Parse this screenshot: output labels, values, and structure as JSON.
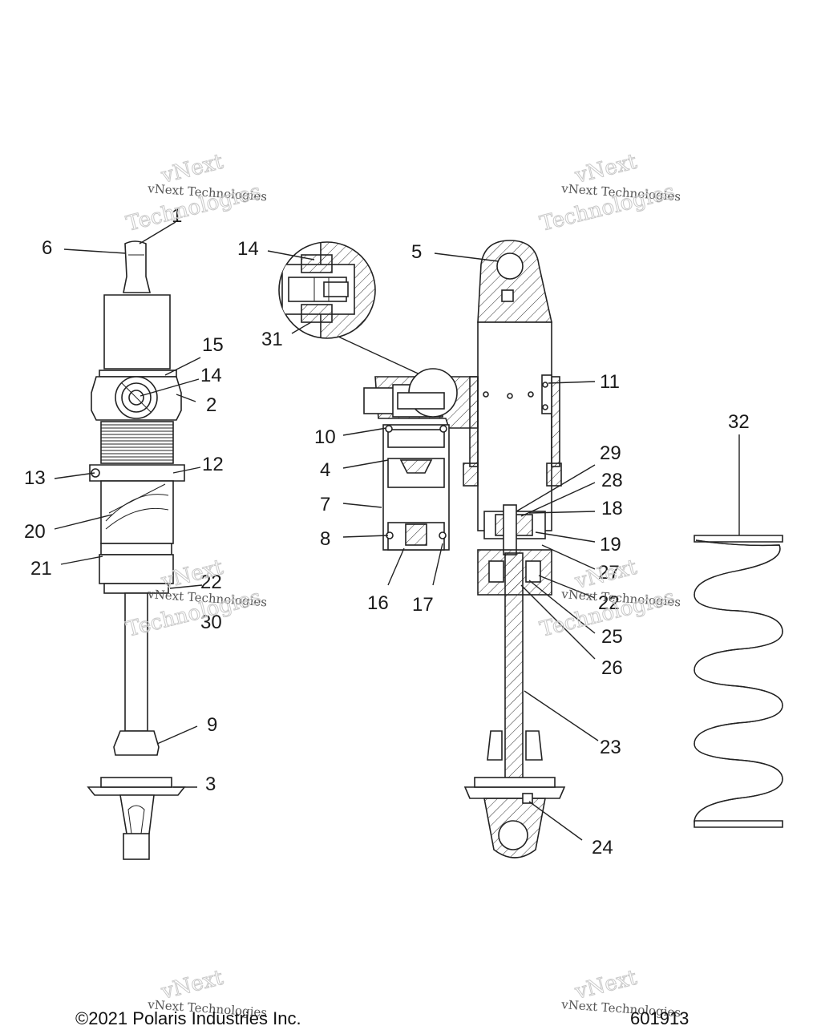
{
  "labels": {
    "l1": "1",
    "l2": "2",
    "l3": "3",
    "l4": "4",
    "l5": "5",
    "l6": "6",
    "l7": "7",
    "l8": "8",
    "l9": "9",
    "l10": "10",
    "l11": "11",
    "l12": "12",
    "l13": "13",
    "l14a": "14",
    "l14b": "14",
    "l15": "15",
    "l16": "16",
    "l17": "17",
    "l18": "18",
    "l19": "19",
    "l20": "20",
    "l21": "21",
    "l22a": "22",
    "l22b": "22",
    "l23": "23",
    "l24": "24",
    "l25": "25",
    "l26": "26",
    "l27": "27",
    "l28": "28",
    "l29": "29",
    "l30": "30",
    "l31": "31",
    "l32": "32"
  },
  "watermark": {
    "line1": "vNext Technologies",
    "line2": "vNext",
    "line3": "Technologies"
  },
  "footer": {
    "copyright": "©2021 Polaris Industries Inc.",
    "figure_id": "601913"
  }
}
